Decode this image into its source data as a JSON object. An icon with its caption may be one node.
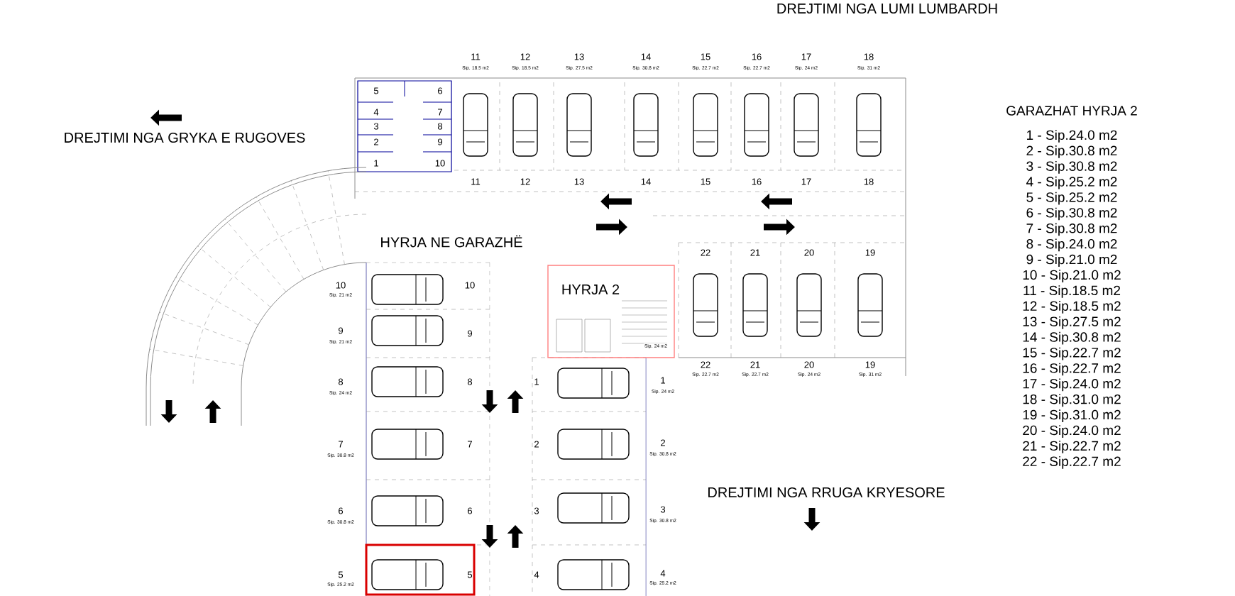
{
  "diagram": {
    "nodes": [
      {
        "text": [
          "HYRJA 2",
          "Sip. 24 m2"
        ]
      }
    ],
    "labels": [
      "DREJTIMI NGA LUMI LUMBARDH",
      "11",
      "Sip. 18.5 m2",
      "12",
      "Sip. 18.5 m2",
      "13",
      "Sip. 27.5 m2",
      "14",
      "Sip. 30.8 m2",
      "15",
      "Sip. 22.7 m2",
      "16",
      "Sip. 22.7 m2",
      "17",
      "Sip. 24 m2",
      "18",
      "Sip. 31 m2",
      "5",
      "6",
      "4",
      "7",
      "3",
      "8",
      "2",
      "9",
      "1",
      "10",
      "DREJTIMI NGA GRYKA E RUGOVES",
      "GARAZHAT HYRJA 2",
      "1 - Sip.24.0 m2",
      "2 - Sip.30.8 m2",
      "3 - Sip.30.8 m2",
      "4 - Sip.25.2 m2",
      "5 - Sip.25.2 m2",
      "6 - Sip.30.8 m2",
      "7 - Sip.30.8 m2",
      "8 - Sip.24.0 m2",
      "9 - Sip.21.0 m2",
      "10 - Sip.21.0 m2",
      "11 - Sip.18.5 m2",
      "12 - Sip.18.5 m2",
      "13 - Sip.27.5 m2",
      "14 - Sip.30.8 m2",
      "15 - Sip.22.7 m2",
      "16 - Sip.22.7 m2",
      "17 - Sip.24.0 m2",
      "18 - Sip.31.0 m2",
      "19 - Sip.31.0 m2",
      "20 - Sip.24.0 m2",
      "21 - Sip.22.7 m2",
      "22 - Sip.22.7 m2",
      "11",
      "12",
      "13",
      "14",
      "15",
      "16",
      "17",
      "18",
      "HYRJA NE GARAZHË",
      "22",
      "21",
      "20",
      "19",
      "10",
      "Sip. 21 m2",
      "10",
      "9",
      "Sip. 21 m2",
      "9",
      "22",
      "21",
      "20",
      "19",
      "Sip. 22.7 m2",
      "Sip. 22.7 m2",
      "Sip. 24 m2",
      "Sip. 31 m2",
      "8",
      "Sip. 24 m2",
      "8",
      "1",
      "1",
      "Sip. 24 m2",
      "7",
      "Sip. 30.8 m2",
      "7",
      "2",
      "2",
      "Sip. 30.8 m2",
      "6",
      "Sip. 30.8 m2",
      "6",
      "3",
      "3",
      "Sip. 30.8 m2",
      "DREJTIMI NGA RRUGA KRYESORE",
      "5",
      "Sip. 25.2 m2",
      "5",
      "4",
      "4",
      "Sip. 25.2 m2"
    ]
  }
}
